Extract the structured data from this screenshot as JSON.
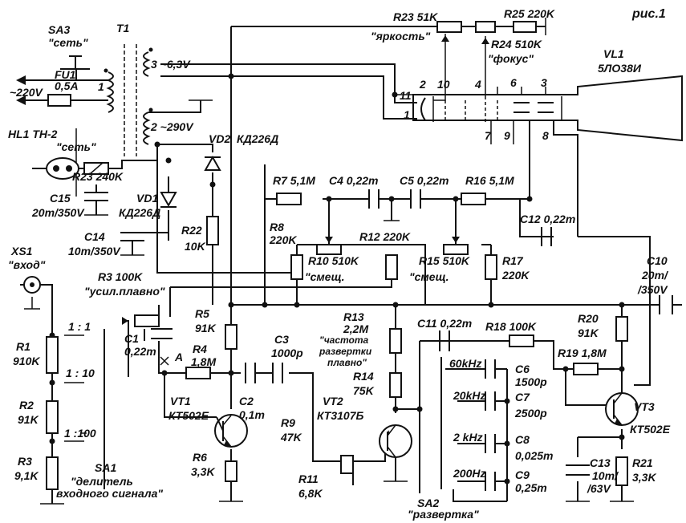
{
  "figure": {
    "title": "рис.1"
  },
  "components": {
    "SA3": "SA3",
    "SA3_name": "\"сеть\"",
    "FU1": "FU1",
    "FU1_value": "0,5А",
    "HL1": "HL1 ТН-2",
    "HL1_name": "\"сеть\"",
    "mains": "~220V",
    "T1": "Т1",
    "T1_w1": "1",
    "T1_w2": "2 ~290V",
    "T1_w3": "3   ~6,3V",
    "VD1": "VD1",
    "VD1_type": "КД226Д",
    "VD2": "VD2",
    "VD2_type": "КД226Д",
    "R23": "R23  240K",
    "C15": "C15",
    "C15_value": "20m/350V",
    "C14": "C14",
    "C14_value": "10m/350V",
    "R22": "R22",
    "R22_value": "10K",
    "XS1": "XS1",
    "XS1_name": "\"вход\"",
    "R1": "R1",
    "R1_value": "910K",
    "R2": "R2",
    "R2_value": "91K",
    "R3": "R3",
    "R3_value": "9,1K",
    "div1": "1 : 1",
    "div10": "1 : 10",
    "div100": "1 :100",
    "SA1": "SA1",
    "SA1_name1": "\"делитель",
    "SA1_name2": "входного сигнала\"",
    "R3b": "R3 100K",
    "R3b_name": "\"усил.плавно\"",
    "C1": "C1",
    "C1_value": "0,22m",
    "pointA": "A",
    "R4": "R4",
    "R4_value": "1,8M",
    "R5": "R5",
    "R5_value": "91K",
    "VT1": "VT1",
    "VT1_type": "КТ502Е",
    "R6": "R6",
    "R6_value": "3,3K",
    "C2": "C2",
    "C2_value": "0,1m",
    "C3": "C3",
    "C3_value": "1000p",
    "R9": "R9",
    "R9_value": "47K",
    "R11": "R11",
    "R11_value": "6,8K",
    "VT2": "VT2",
    "VT2_type": "КТ3107Б",
    "R13": "R13",
    "R13_value": "2,2M",
    "R13_name1": "\"частота",
    "R13_name2": "развертки",
    "R13_name3": "плавно\"",
    "R14": "R14",
    "R14_value": "75K",
    "C11": "C11  0,22m",
    "R18": "R18 100K",
    "R19": "R19  1,8M",
    "R20": "R20",
    "R20_value": "91K",
    "VT3": "VT3",
    "VT3_type": "КТ502Е",
    "C13": "C13",
    "C13_value1": "10m/",
    "C13_value2": "/63V",
    "R21": "R21",
    "R21_value": "3,3K",
    "C6": "C6",
    "C6_value": "1500p",
    "C7": "C7",
    "C7_value": "2500p",
    "C8": "C8",
    "C8_value": "0,025m",
    "C9": "C9",
    "C9_value": "0,25m",
    "f60": "60kHz",
    "f20": "20kHz",
    "f2": "2 kHz",
    "f200": "200Hz",
    "SA2": "SA2",
    "SA2_name": "\"развертка\"",
    "R7": "R7  5,1M",
    "C4": "C4  0,22m",
    "C5": "C5  0,22m",
    "R16": "R16  5,1M",
    "R8": "R8",
    "R8_value": "220K",
    "R12": "R12  220K",
    "R10": "R10  510K",
    "R10_name": "\"смещ.",
    "R15": "R15  510K",
    "R15_name": "\"смещ.",
    "R17": "R17",
    "R17_value": "220K",
    "C12": "C12  0,22m",
    "C10": "C10",
    "C10_value1": "20m/",
    "C10_value2": "/350V",
    "R23b": "R23 51K",
    "R23b_name": "\"яркость\"",
    "R25": "R25 220K",
    "R24": "R24  510K",
    "R24_name": "\"фокус\"",
    "VL1": "VL1",
    "VL1_type": "5ЛО38И",
    "pins": [
      "2",
      "10",
      "4",
      "6",
      "3",
      "11",
      "1",
      "7",
      "9",
      "8"
    ]
  }
}
